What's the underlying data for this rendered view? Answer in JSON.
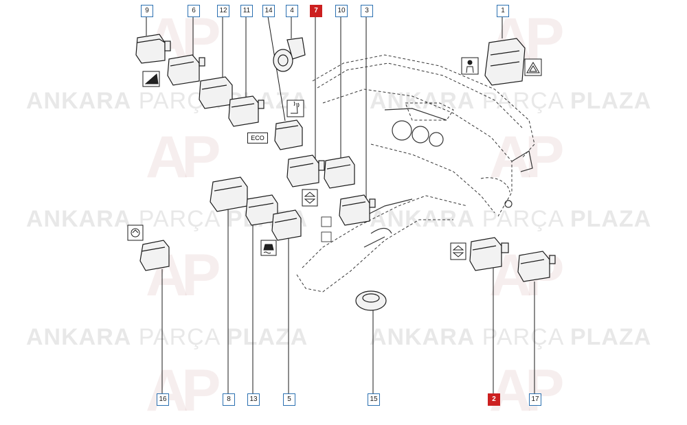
{
  "callouts": {
    "c9": "9",
    "c6": "6",
    "c12": "12",
    "c11": "11",
    "c14": "14",
    "c4": "4",
    "c7": "7",
    "c10": "10",
    "c3": "3",
    "c1": "1",
    "c16": "16",
    "c8": "8",
    "c13": "13",
    "c5": "5",
    "c15": "15",
    "c2": "2",
    "c17": "17"
  },
  "highlighted_callouts": [
    "7",
    "2"
  ],
  "eco_label": "ECO",
  "watermark": {
    "brand": "ANKARA",
    "middle": "PARÇA",
    "end": "PLAZA",
    "logo": "AP"
  },
  "colors": {
    "callout_border": "#2a6fb0",
    "highlight": "#cc1f1f",
    "line": "#1a1a1a"
  }
}
